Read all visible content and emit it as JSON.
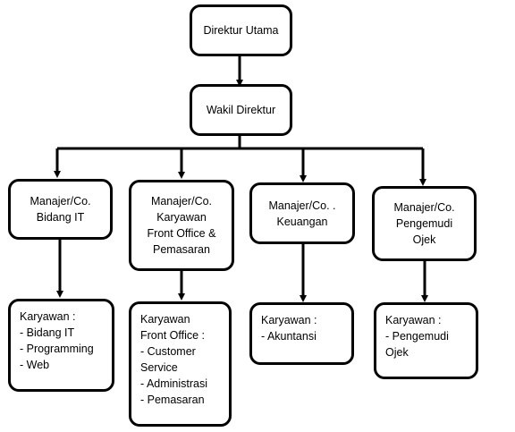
{
  "nodes": {
    "direktur_utama": "Direktur Utama",
    "wakil_direktur": "Wakil Direktur",
    "manajer_it": "Manajer/Co.\nBidang IT",
    "manajer_fo": "Manajer/Co.\nKaryawan\nFront Office &\nPemasaran",
    "manajer_keu": "Manajer/Co.  .\nKeuangan",
    "manajer_ojek": "Manajer/Co.\nPengemudi\nOjek"
  },
  "staff": {
    "it": {
      "title": "Karyawan :",
      "items": [
        "- Bidang IT",
        "- Programming",
        "- Web"
      ]
    },
    "fo": {
      "title": "Karyawan\nFront Office :",
      "items": [
        "- Customer\n  Service",
        "- Administrasi",
        "- Pemasaran"
      ]
    },
    "keu": {
      "title": "Karyawan :",
      "items": [
        "- Akuntansi"
      ]
    },
    "ojek": {
      "title": "Karyawan :",
      "items": [
        "- Pengemudi\nOjek"
      ]
    }
  },
  "colors": {
    "stroke": "#000000",
    "fill": "#ffffff"
  }
}
